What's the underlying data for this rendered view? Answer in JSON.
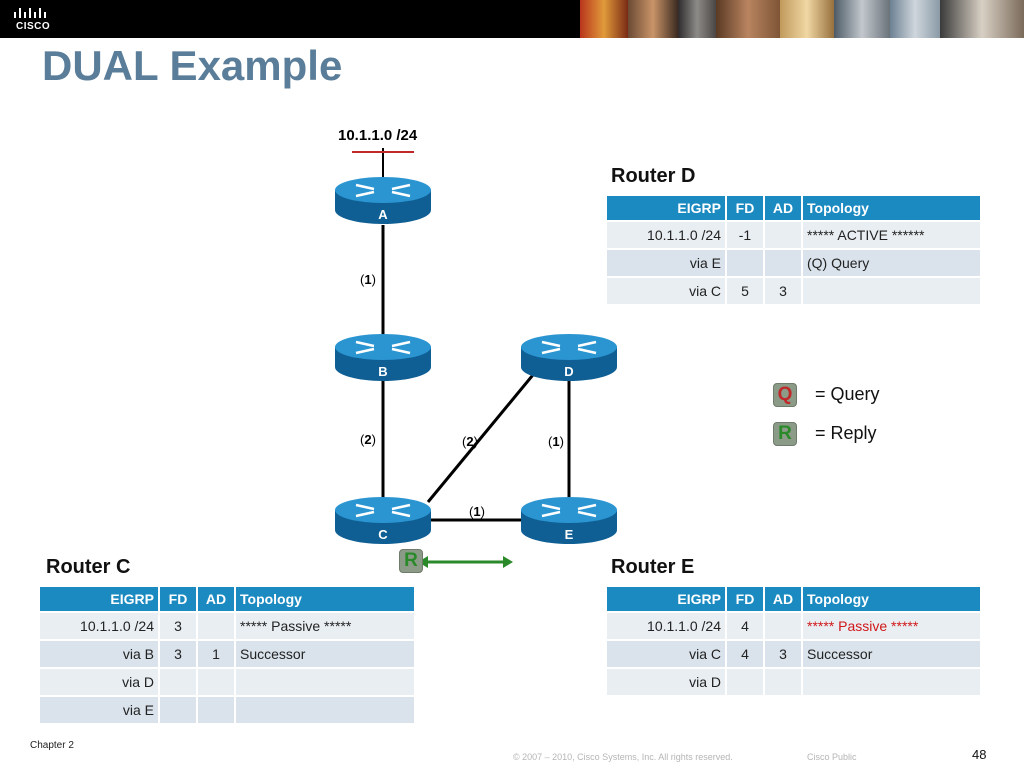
{
  "brand": {
    "logo_text": "CISCO"
  },
  "slide": {
    "title": "DUAL Example"
  },
  "network": {
    "label": "10.1.1.0 /24",
    "routers": {
      "a": "A",
      "b": "B",
      "c": "C",
      "d": "D",
      "e": "E"
    },
    "costs": {
      "ab": "1",
      "bc": "2",
      "cd": "2",
      "de": "1",
      "ce": "1"
    },
    "reply_badge": "R"
  },
  "legend": {
    "query_badge": "Q",
    "query_text": "= Query",
    "reply_badge": "R",
    "reply_text": "= Reply",
    "query_color": "#c0282a",
    "reply_color": "#2a8a2a"
  },
  "router_d": {
    "title": "Router D",
    "headers": [
      "EIGRP",
      "FD",
      "AD",
      "Topology"
    ],
    "rows": [
      [
        "10.1.1.0 /24",
        "-1",
        "",
        "***** ACTIVE ******"
      ],
      [
        "via E",
        "",
        "",
        "(Q) Query"
      ],
      [
        "via C",
        "5",
        "3",
        ""
      ]
    ]
  },
  "router_c": {
    "title": "Router C",
    "headers": [
      "EIGRP",
      "FD",
      "AD",
      "Topology"
    ],
    "rows": [
      [
        "10.1.1.0 /24",
        "3",
        "",
        "***** Passive *****"
      ],
      [
        "via B",
        "3",
        "1",
        "Successor"
      ],
      [
        "via D",
        "",
        "",
        ""
      ],
      [
        "via E",
        "",
        "",
        ""
      ]
    ]
  },
  "router_e": {
    "title": "Router E",
    "headers": [
      "EIGRP",
      "FD",
      "AD",
      "Topology"
    ],
    "rows": [
      [
        "10.1.1.0 /24",
        "4",
        "",
        "***** Passive *****"
      ],
      [
        "via C",
        "4",
        "3",
        "Successor"
      ],
      [
        "via D",
        "",
        "",
        ""
      ]
    ]
  },
  "footer": {
    "chapter": "Chapter 2",
    "copyright": "© 2007 – 2010, Cisco Systems, Inc. All rights reserved.",
    "classification": "Cisco Public",
    "page": "48"
  },
  "colors": {
    "table_header": "#1b8ac1",
    "router_body": "#1f86c4",
    "title": "#5a7d99",
    "passive_red": "#d01818"
  }
}
